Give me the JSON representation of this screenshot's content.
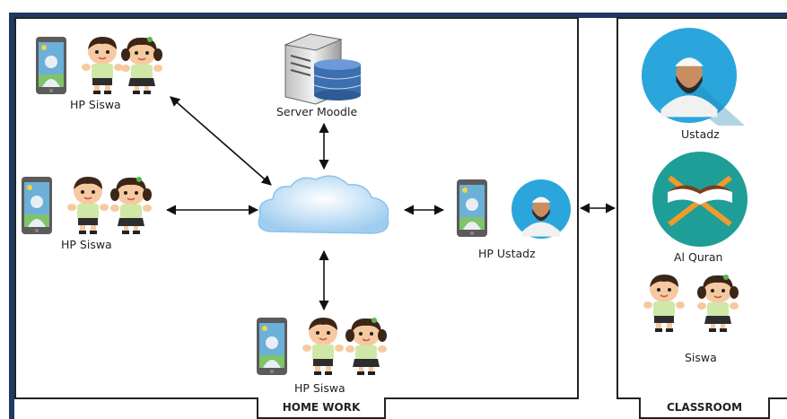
{
  "nodes": {
    "hp_siswa_top": "HP Siswa",
    "hp_siswa_mid": "HP Siswa",
    "hp_siswa_bottom": "HP Siswa",
    "server": "Server Moodle",
    "hp_ustadz": "HP Ustadz",
    "ustadz": "Ustadz",
    "al_quran": "Al Quran",
    "siswa": "Siswa"
  },
  "sections": {
    "home_work": "HOME WORK",
    "classroom": "CLASSROOM"
  },
  "colors": {
    "frame": "#1f3864",
    "arrow": "#111111",
    "phone_body": "#5b5b5b",
    "phone_screen": "#6bb0d8",
    "avatar_circle": "#2aa6dc",
    "quran_circle": "#1e9e96",
    "cloud": "#b8dcf4",
    "server_cylinder": "#3c6fb0",
    "uniform_shirt": "#cfe8a8",
    "uniform_pants": "#2d2d2d",
    "hair": "#3b2618",
    "skin": "#f7c9a0"
  }
}
